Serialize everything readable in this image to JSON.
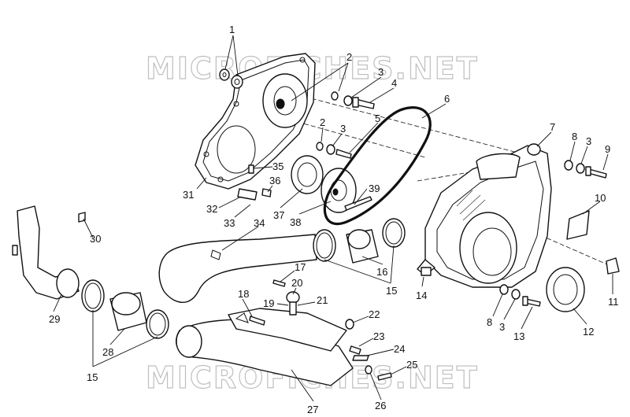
{
  "watermark": "MICROFICHES.NET",
  "palette": {
    "line": "#111111",
    "watermark": "#bfbfbf",
    "background": "#ffffff"
  },
  "callouts": {
    "c1": "1",
    "c2a": "2",
    "c2b": "2",
    "c3a": "3",
    "c3b": "3",
    "c3c": "3",
    "c3d": "3",
    "c4": "4",
    "c5": "5",
    "c6": "6",
    "c7": "7",
    "c8a": "8",
    "c8b": "8",
    "c9": "9",
    "c10": "10",
    "c11": "11",
    "c12": "12",
    "c13": "13",
    "c14": "14",
    "c15a": "15",
    "c15b": "15",
    "c16": "16",
    "c17": "17",
    "c18": "18",
    "c19": "19",
    "c20": "20",
    "c21": "21",
    "c22": "22",
    "c23": "23",
    "c24": "24",
    "c25": "25",
    "c26": "26",
    "c27": "27",
    "c28": "28",
    "c29": "29",
    "c30": "30",
    "c31": "31",
    "c32": "32",
    "c33": "33",
    "c34": "34",
    "c35": "35",
    "c36": "36",
    "c37": "37",
    "c38": "38",
    "c39": "39"
  }
}
